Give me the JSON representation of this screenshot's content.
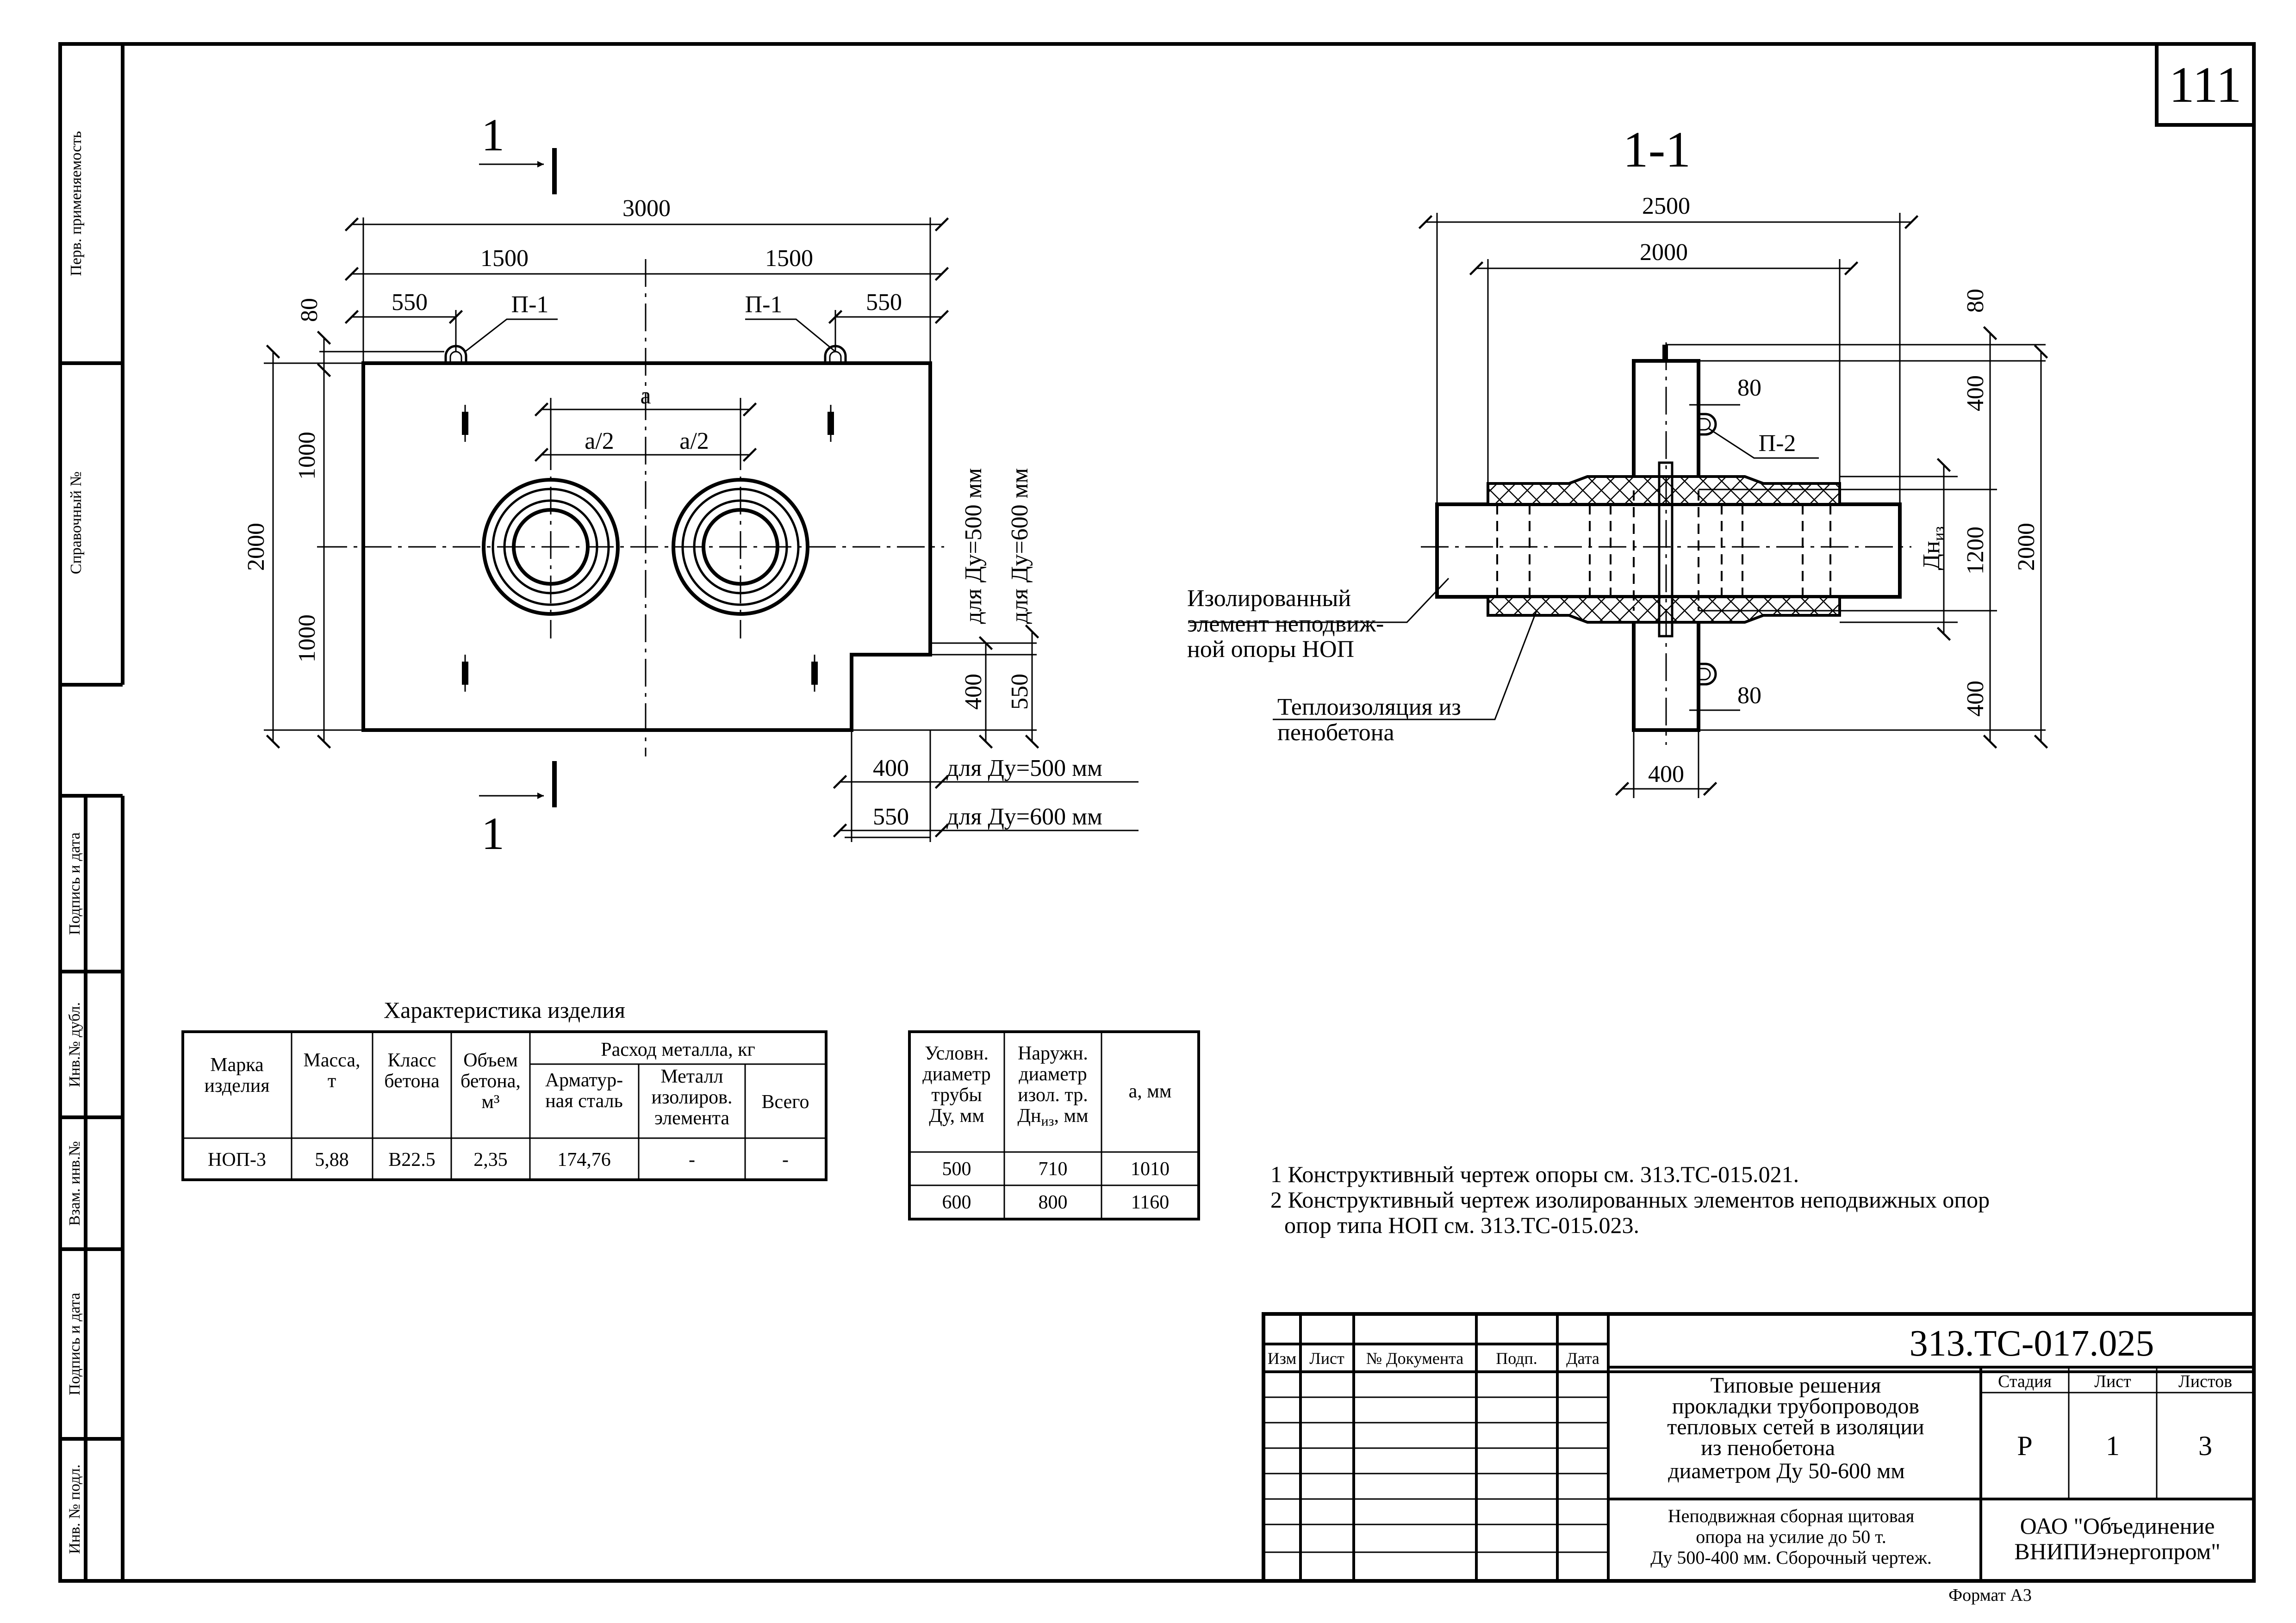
{
  "sheet": {
    "sheet_number": "111",
    "format": "Формат А3",
    "left_stamp": [
      "Перв. применяемость",
      "Справочный №",
      "Подпись и дата",
      "Инв.№ дубл.",
      "Взам. инв.№",
      "Подпись и дата",
      "Инв. № подл."
    ]
  },
  "plan_view": {
    "section_mark_number": "1",
    "dims": {
      "total_width": "3000",
      "half_left": "1500",
      "half_right": "1500",
      "offset_left": "550",
      "offset_right": "550",
      "top_offset": "80",
      "height_total": "2000",
      "height_upper": "1000",
      "height_lower": "1000",
      "a": "а",
      "a_half_left": "а/2",
      "a_half_right": "а/2",
      "notch_h_400": "400",
      "notch_h_550": "550",
      "notch_w_400": "400",
      "notch_w_550": "550"
    },
    "labels": {
      "p1_left": "П-1",
      "p1_right": "П-1",
      "for_du500_vertical": "для Ду=500 мм",
      "for_du600_vertical": "для Ду=600 мм",
      "for_du500": "для Ду=500 мм",
      "for_du600": "для Ду=600 мм"
    }
  },
  "section_view": {
    "title": "1-1",
    "dims": {
      "width_total": "2500",
      "width_inner": "2000",
      "top_80": "80",
      "top_400": "400",
      "height_1200": "1200",
      "height_2000": "2000",
      "bottom_400": "400",
      "p2_80_top": "80",
      "p2_80_bottom": "80",
      "bottom_width_400": "400",
      "dn_label": "Дн",
      "dn_sub": "из"
    },
    "labels": {
      "p2": "П-2",
      "insulated_element": [
        "Изолированный",
        "элемент неподвиж-",
        "ной опоры НОП"
      ],
      "insulation": [
        "Теплоизоляция из",
        "пенобетона"
      ]
    }
  },
  "product_table": {
    "title": "Характеристика изделия",
    "headers": {
      "mark": [
        "Марка",
        "изделия"
      ],
      "mass": [
        "Масса,",
        "т"
      ],
      "concrete_class": [
        "Класс",
        "бетона"
      ],
      "concrete_volume": [
        "Объем",
        "бетона,",
        "м³"
      ],
      "metal_group": "Расход металла, кг",
      "rebar": [
        "Арматур-",
        "ная сталь"
      ],
      "metal_insulated": [
        "Металл",
        "изолиров.",
        "элемента"
      ],
      "total": "Всего"
    },
    "rows": [
      [
        "НОП-3",
        "5,88",
        "В22.5",
        "2,35",
        "174,76",
        "-",
        "-"
      ]
    ]
  },
  "diameter_table": {
    "headers": {
      "dn": [
        "Условн.",
        "диаметр",
        "трубы",
        "Ду, мм"
      ],
      "outer": [
        "Наружн.",
        "диаметр",
        "изол. тр.",
        "Дн",
        "из",
        ", мм"
      ],
      "a": "а, мм"
    },
    "rows": [
      [
        "500",
        "710",
        "1010"
      ],
      [
        "600",
        "800",
        "1160"
      ]
    ]
  },
  "notes": [
    "1 Конструктивный чертеж опоры см. 313.ТС-015.021.",
    "2 Конструктивный чертеж изолированных элементов неподвижных опор",
    "опор типа НОП см. 313.ТС-015.023."
  ],
  "title_block": {
    "doc_code": "313.ТС-017.025",
    "change_headers": [
      "Изм",
      "Лист",
      "№ Документа",
      "Подп.",
      "Дата"
    ],
    "project_title": [
      "Типовые решения",
      "прокладки трубопроводов",
      "тепловых сетей в изоляции",
      "из пенобетона",
      "диаметром Ду 50-600 мм"
    ],
    "drawing_title": [
      "Неподвижная сборная щитовая",
      "опора на усилие до 50 т.",
      "Ду 500-400 мм. Сборочный чертеж."
    ],
    "stage_header": "Стадия",
    "sheet_header": "Лист",
    "sheets_header": "Листов",
    "stage": "Р",
    "sheet": "1",
    "sheets": "3",
    "organization": [
      "ОАО \"Объединение",
      "ВНИПИэнергопром\""
    ]
  }
}
